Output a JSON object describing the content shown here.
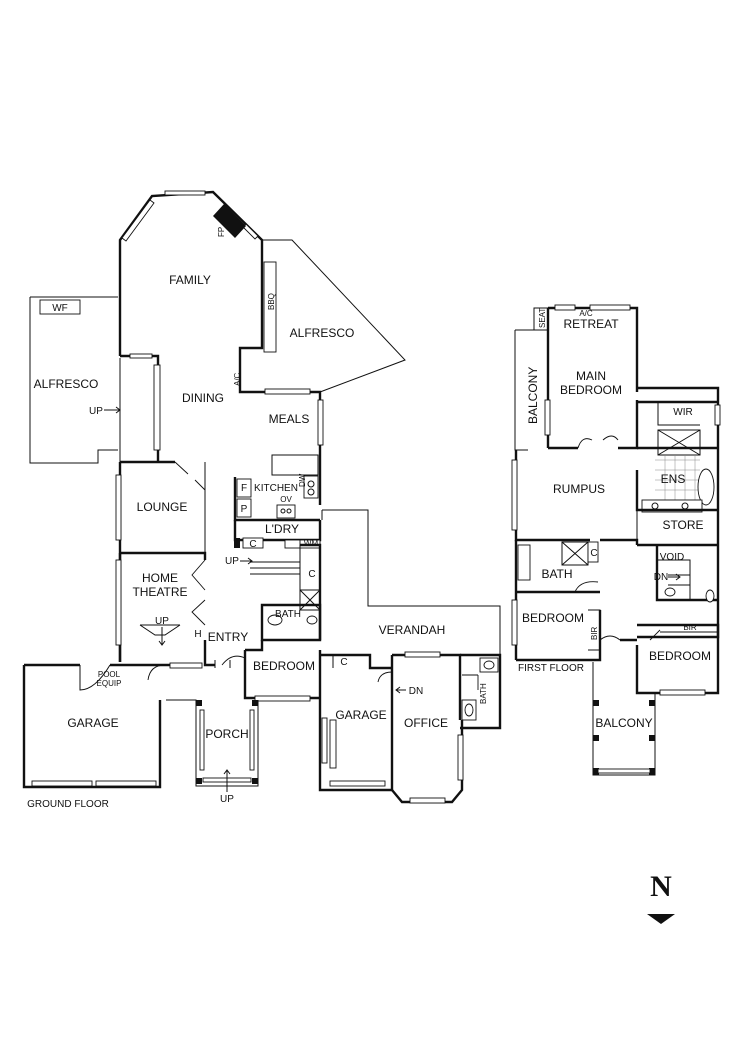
{
  "floor_labels": {
    "ground": "GROUND FLOOR",
    "first": "FIRST FLOOR"
  },
  "compass": {
    "letter": "N",
    "icon": "north-arrow-icon"
  },
  "ground_rooms": {
    "family": "FAMILY",
    "fireplace": "FP",
    "bbq": "BBQ",
    "alfresco_east": "ALFRESCO",
    "alfresco_west": "ALFRESCO",
    "wood_fire": "WF",
    "ac": "A/C",
    "dining": "DINING",
    "meals": "MEALS",
    "up_alfresco": "UP",
    "kitchen": "KITCHEN",
    "fridge": "F",
    "pantry": "P",
    "oven": "OV",
    "dishwasher": "DW",
    "lounge": "LOUNGE",
    "laundry": "L'DRY",
    "cupboard_laundry": "C",
    "washing_machine": "WM",
    "up_stairs": "UP",
    "cupboard_hall": "C",
    "home_theatre_line1": "HOME",
    "home_theatre_line2": "THEATRE",
    "up_theatre": "UP",
    "bath": "BATH",
    "entry": "ENTRY",
    "h_mark": "H",
    "verandah": "VERANDAH",
    "pool_equip_line1": "POOL",
    "pool_equip_line2": "EQUIP",
    "bedroom": "BEDROOM",
    "cupboard_bedroom": "C",
    "garage_west": "GARAGE",
    "porch": "PORCH",
    "up_porch": "UP",
    "garage_east": "GARAGE",
    "dn_office": "DN",
    "office": "OFFICE",
    "bath_office": "BATH"
  },
  "first_rooms": {
    "seat": "SEAT",
    "ac": "A/C",
    "retreat": "RETREAT",
    "balcony_west": "BALCONY",
    "main_bedroom_line1": "MAIN",
    "main_bedroom_line2": "BEDROOM",
    "wir": "WIR",
    "rumpus": "RUMPUS",
    "ens": "ENS",
    "store": "STORE",
    "cupboard": "C",
    "bath": "BATH",
    "void": "VOID",
    "dn": "DN",
    "bedroom_west": "BEDROOM",
    "bir_west": "BIR",
    "bir_east": "BIR",
    "bedroom_east": "BEDROOM",
    "balcony_south": "BALCONY"
  }
}
